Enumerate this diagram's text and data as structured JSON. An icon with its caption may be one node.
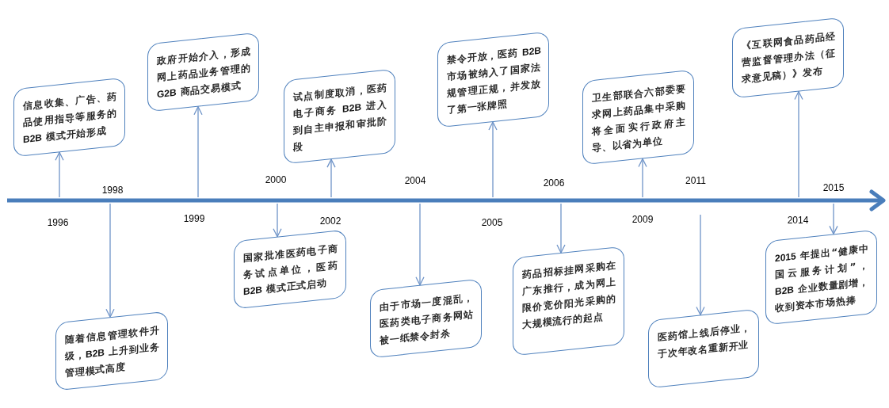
{
  "diagram": {
    "nodes": [
      {
        "text": [
          "信息收集、广告、药品使用指导等服务的 **B2B** 模式开始形成"
        ]
      },
      {
        "text": [
          "随着信息管理软件升级，**B2B** 上升到业务管理模式高度"
        ]
      },
      {
        "text": [
          "政府开始介入，形成网上药品业务管理的 **G2B** 商品交易模式"
        ]
      },
      {
        "text": [
          "国家批准医药电子商务试点单位，医药 **B2B** 模式正式启动"
        ]
      },
      {
        "text": [
          "试点制度取消，医药电子商务 **B2B** 进入到自主申报和审批阶段"
        ]
      },
      {
        "text": [
          "由于市场一度混乱，医药类电子商务网站被一纸禁令封杀"
        ]
      },
      {
        "text": [
          "禁令开放，医药 **B2B** 市场被纳入了国家法规管理正规，并发放了第一张牌照"
        ]
      },
      {
        "text": [
          "药品招标挂网采购在广东推行，成为网上限价竞价阳光采购的大规模流行的起点"
        ]
      },
      {
        "text": [
          "卫生部联合六部委要求网上药品集中采购将全面实行政府主导、以省为单位"
        ]
      },
      {
        "text": [
          "医药馆上线后停业，于次年改名重新开业"
        ]
      },
      {
        "text": [
          "《互联网食品药品经营监督管理办法（征求意见稿）》发布"
        ]
      },
      {
        "text": [
          "**2015** 年提出“健康中国云服务计划”，**B2B** 企业数量剧增，收到资本市场热捧"
        ]
      }
    ],
    "edges": [
      {
        "from": null,
        "to": 0,
        "arrow": "to"
      },
      {
        "from": null,
        "to": 1,
        "arrow": "to"
      },
      {
        "from": null,
        "to": 2,
        "arrow": "to"
      },
      {
        "from": null,
        "to": 3,
        "arrow": "to"
      },
      {
        "from": null,
        "to": 4,
        "arrow": "to"
      },
      {
        "from": null,
        "to": 5,
        "arrow": "to"
      },
      {
        "from": null,
        "to": 6,
        "arrow": "to"
      },
      {
        "from": null,
        "to": 7,
        "arrow": "to"
      },
      {
        "from": null,
        "to": 8,
        "arrow": "to"
      },
      {
        "from": null,
        "to": 9,
        "arrow": "to"
      },
      {
        "from": null,
        "to": 10,
        "arrow": "to"
      },
      {
        "from": null,
        "to": 11,
        "arrow": "to"
      }
    ],
    "labels": [
      "1996",
      "1998",
      "1999",
      "2000",
      "2002",
      "2004",
      "2005",
      "2006",
      "2009",
      "2011",
      "2014",
      "2015"
    ]
  }
}
